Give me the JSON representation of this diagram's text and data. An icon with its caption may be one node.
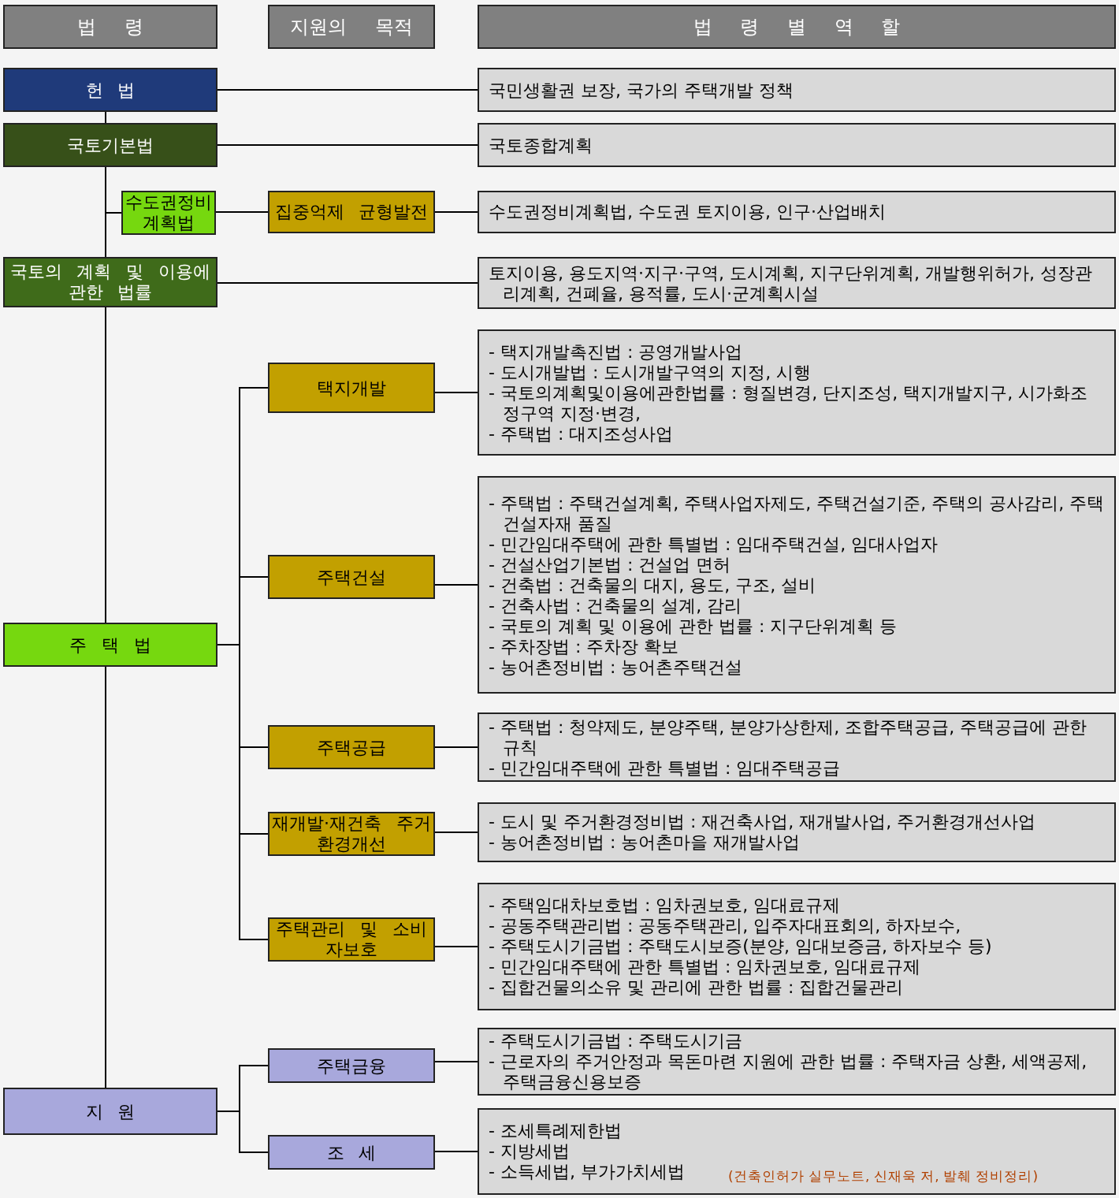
{
  "diagram": {
    "nodes": [
      {
        "text": [
          "법 령"
        ]
      },
      {
        "text": [
          "지원의 목적"
        ]
      },
      {
        "text": [
          "법 령 별 역 할"
        ]
      },
      {
        "text": [
          "헌 법"
        ]
      },
      {
        "text": [
          "국민생활권 보장, 국가의 주택개발 정책"
        ]
      },
      {
        "text": [
          "국토기본법"
        ]
      },
      {
        "text": [
          "국토종합계획"
        ]
      },
      {
        "text": [
          "수도권정비 계획법"
        ]
      },
      {
        "text": [
          "집중억제 균형발전"
        ]
      },
      {
        "text": [
          "수도권정비계획법, 수도권 토지이용, 인구·산업배치"
        ]
      },
      {
        "text": [
          "국토의 계획 및 이용에 관한 법률"
        ]
      },
      {
        "text": [
          "토지이용, 용도지역·지구·구역, 도시계획, 지구단위계획, 개발행위허가, 성장관리계획, 건폐율, 용적률, 도시·군계획시설"
        ]
      },
      {
        "text": [
          "주 택 법"
        ]
      },
      {
        "text": [
          "택지개발"
        ]
      },
      {
        "text": [
          "- 택지개발촉진법 : 공영개발사업",
          "- 도시개발법 : 도시개발구역의 지정, 시행",
          "- 국토의계획및이용에관한법률 : 형질변경, 단지조성, 택지개발지구, 시가화조정구역 지정·변경,",
          "- 주택법 : 대지조성사업"
        ]
      },
      {
        "text": [
          "주택건설"
        ]
      },
      {
        "text": [
          "- 주택법 : 주택건설계획, 주택사업자제도, 주택건설기준, 주택의 공사감리, 주택건설자재 품질",
          "- 민간임대주택에 관한 특별법 : 임대주택건설, 임대사업자",
          "- 건설산업기본법 : 건설업 면허",
          "- 건축법 : 건축물의 대지, 용도, 구조, 설비",
          "- 건축사법 : 건축물의 설계, 감리",
          "- 국토의 계획 및 이용에 관한 법률 : 지구단위계획 등",
          "- 주차장법 : 주차장 확보",
          "- 농어촌정비법 : 농어촌주택건설"
        ]
      },
      {
        "text": [
          "주택공급"
        ]
      },
      {
        "text": [
          "- 주택법 : 청약제도, 분양주택, 분양가상한제, 조합주택공급, 주택공급에 관한 규칙",
          "- 민간임대주택에 관한 특별법 : 임대주택공급"
        ]
      },
      {
        "text": [
          "재개발·재건축 주거환경개선"
        ]
      },
      {
        "text": [
          "- 도시 및 주거환경정비법 : 재건축사업, 재개발사업, 주거환경개선사업",
          "- 농어촌정비법 : 농어촌마을 재개발사업"
        ]
      },
      {
        "text": [
          "주택관리 및 소비자보호"
        ]
      },
      {
        "text": [
          "- 주택임대차보호법 : 임차권보호, 임대료규제",
          "- 공동주택관리법 : 공동주택관리, 입주자대표회의, 하자보수,",
          "- 주택도시기금법 : 주택도시보증(분양, 임대보증금, 하자보수 등)",
          "- 민간임대주택에 관한 특별법 : 임차권보호, 임대료규제",
          "- 집합건물의소유 및 관리에 관한 법률 : 집합건물관리"
        ]
      },
      {
        "text": [
          "지 원"
        ]
      },
      {
        "text": [
          "주택금융"
        ]
      },
      {
        "text": [
          "- 주택도시기금법 : 주택도시기금",
          "- 근로자의 주거안정과 목돈마련 지원에 관한 법률 : 주택자금 상환, 세액공제, 주택금융신용보증"
        ]
      },
      {
        "text": [
          "조 세"
        ]
      },
      {
        "text": [
          "- 조세특례제한법",
          "- 지방세법",
          "- 소득세법, 부가가치세법"
        ]
      }
    ],
    "edges": [
      {
        "from": 3,
        "to": 4,
        "arrow": "none"
      },
      {
        "from": 3,
        "to": 5,
        "arrow": "none"
      },
      {
        "from": 5,
        "to": 6,
        "arrow": "none"
      },
      {
        "from": 5,
        "to": 7,
        "arrow": "none"
      },
      {
        "from": 7,
        "to": 8,
        "arrow": "none"
      },
      {
        "from": 8,
        "to": 9,
        "arrow": "none"
      },
      {
        "from": 5,
        "to": 10,
        "arrow": "none"
      },
      {
        "from": 10,
        "to": 11,
        "arrow": "none"
      },
      {
        "from": 10,
        "to": 12,
        "arrow": "none"
      },
      {
        "from": 12,
        "to": 13,
        "arrow": "none"
      },
      {
        "from": 13,
        "to": 14,
        "arrow": "none"
      },
      {
        "from": 12,
        "to": 15,
        "arrow": "none"
      },
      {
        "from": 15,
        "to": 16,
        "arrow": "none"
      },
      {
        "from": 12,
        "to": 17,
        "arrow": "none"
      },
      {
        "from": 17,
        "to": 18,
        "arrow": "none"
      },
      {
        "from": 12,
        "to": 19,
        "arrow": "none"
      },
      {
        "from": 19,
        "to": 20,
        "arrow": "none"
      },
      {
        "from": 12,
        "to": 21,
        "arrow": "none"
      },
      {
        "from": 21,
        "to": 22,
        "arrow": "none"
      },
      {
        "from": 12,
        "to": 23,
        "arrow": "none"
      },
      {
        "from": 23,
        "to": 24,
        "arrow": "none"
      },
      {
        "from": 24,
        "to": 25,
        "arrow": "none"
      },
      {
        "from": 23,
        "to": 26,
        "arrow": "none"
      },
      {
        "from": 26,
        "to": 27,
        "arrow": "none"
      }
    ],
    "labels": [
      "(건축인허가 실무노트, 신재욱 저, 발췌 정비정리)"
    ]
  }
}
